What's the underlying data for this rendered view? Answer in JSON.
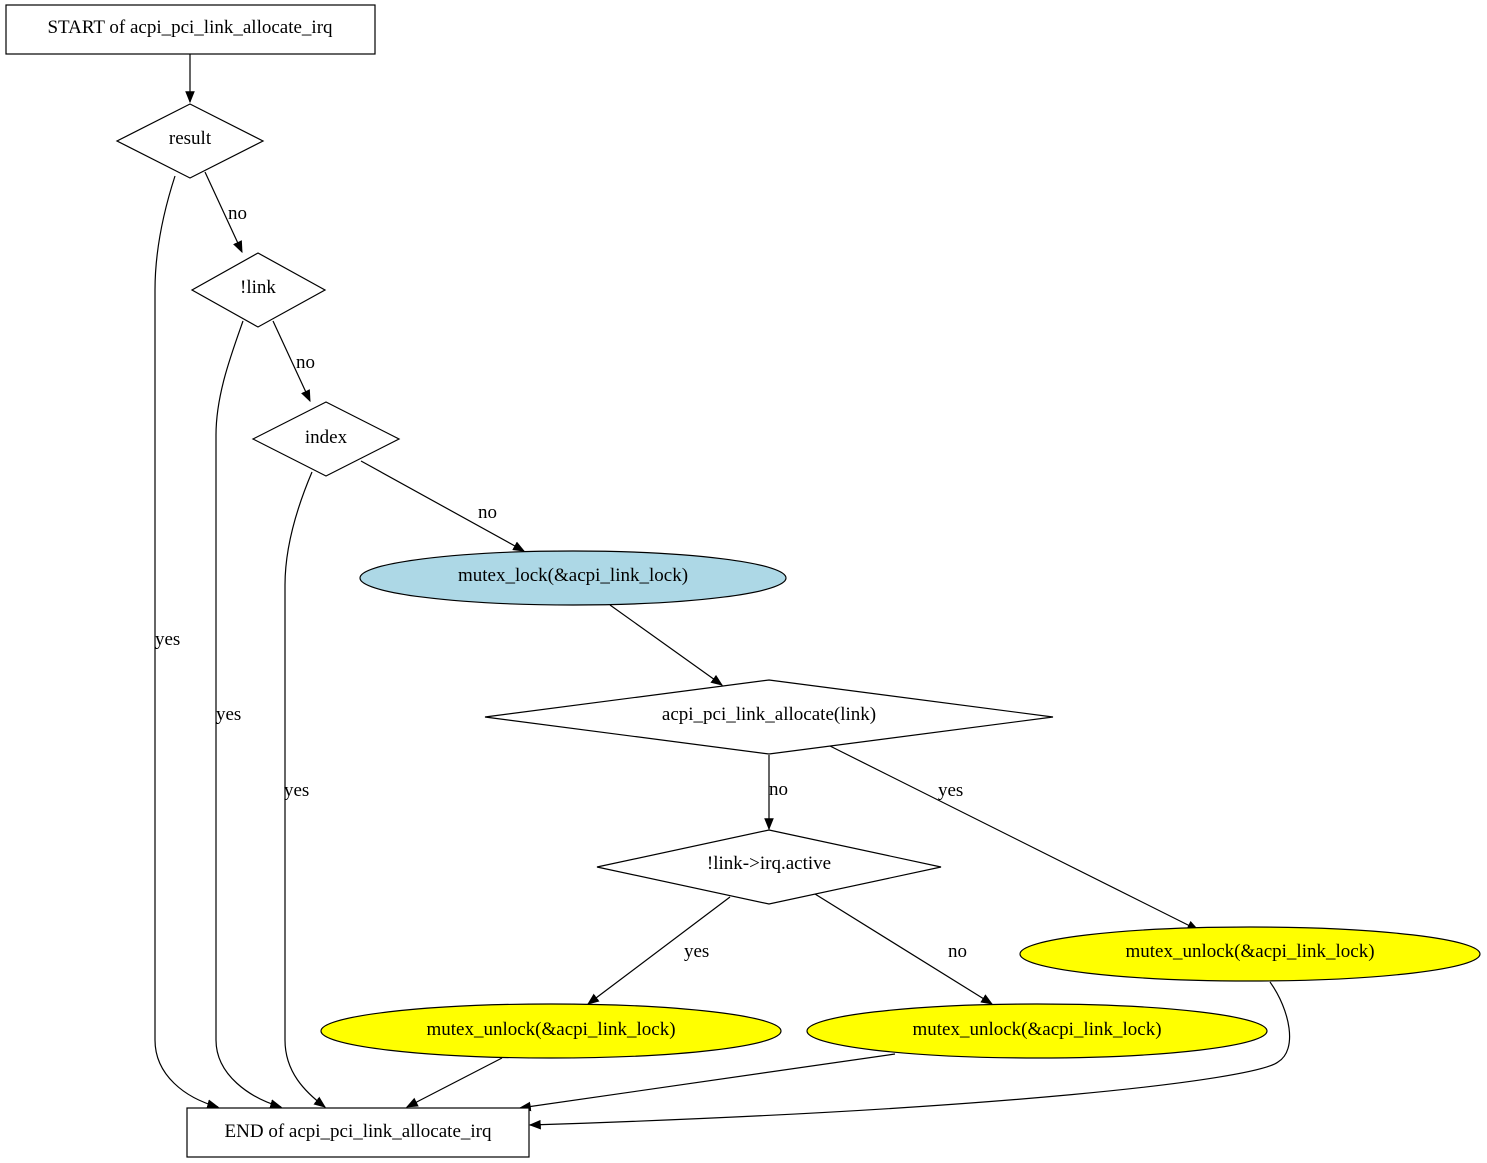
{
  "colors": {
    "background": "#ffffff",
    "stroke": "#000000",
    "lock_fill": "#add8e6",
    "unlock_fill": "#ffff00",
    "plain_fill": "#ffffff"
  },
  "nodes": {
    "start": "START of acpi_pci_link_allocate_irq",
    "result": "result",
    "not_link": "!link",
    "index": "index",
    "mutex_lock": "mutex_lock(&acpi_link_lock)",
    "allocate": "acpi_pci_link_allocate(link)",
    "irq_active": "!link->irq.active",
    "unlock_right": "mutex_unlock(&acpi_link_lock)",
    "unlock_left": "mutex_unlock(&acpi_link_lock)",
    "unlock_mid": "mutex_unlock(&acpi_link_lock)",
    "end": "END of acpi_pci_link_allocate_irq"
  },
  "edges": {
    "result_no": "no",
    "result_yes": "yes",
    "link_no": "no",
    "link_yes": "yes",
    "index_no": "no",
    "index_yes": "yes",
    "allocate_no": "no",
    "allocate_yes": "yes",
    "active_yes": "yes",
    "active_no": "no"
  }
}
